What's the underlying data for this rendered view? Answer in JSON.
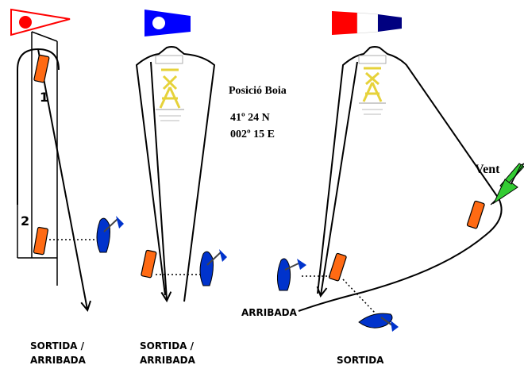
{
  "course_labels": {
    "left_exit": "SORTIDA /",
    "left_bear": "ARRIBADA",
    "middle_exit": "SORTIDA /",
    "middle_bear": "ARRIBADA",
    "right_exit": "SORTIDA",
    "right_bear": "ARRIBADA"
  },
  "marks": {
    "one": "1",
    "two": "2"
  },
  "buoy_position": {
    "title": "Posició Boia",
    "latitude": "41º 24 N",
    "longitude": "002º 15 E"
  },
  "wind_label": "Vent",
  "flags": [
    {
      "name": "red-dot-pennant",
      "colors": [
        "#ff0000",
        "#ffffff"
      ]
    },
    {
      "name": "blue-white-dot-flag",
      "colors": [
        "#0000ff",
        "#ffffff"
      ]
    },
    {
      "name": "red-white-blue-pennant",
      "colors": [
        "#ff0000",
        "#ffffff",
        "#000080"
      ]
    }
  ],
  "colors": {
    "mark": "#ff6a13",
    "boat": "#0033cc",
    "wind_arrow": "#33cc33",
    "buoy_art": "#e6d23a"
  }
}
